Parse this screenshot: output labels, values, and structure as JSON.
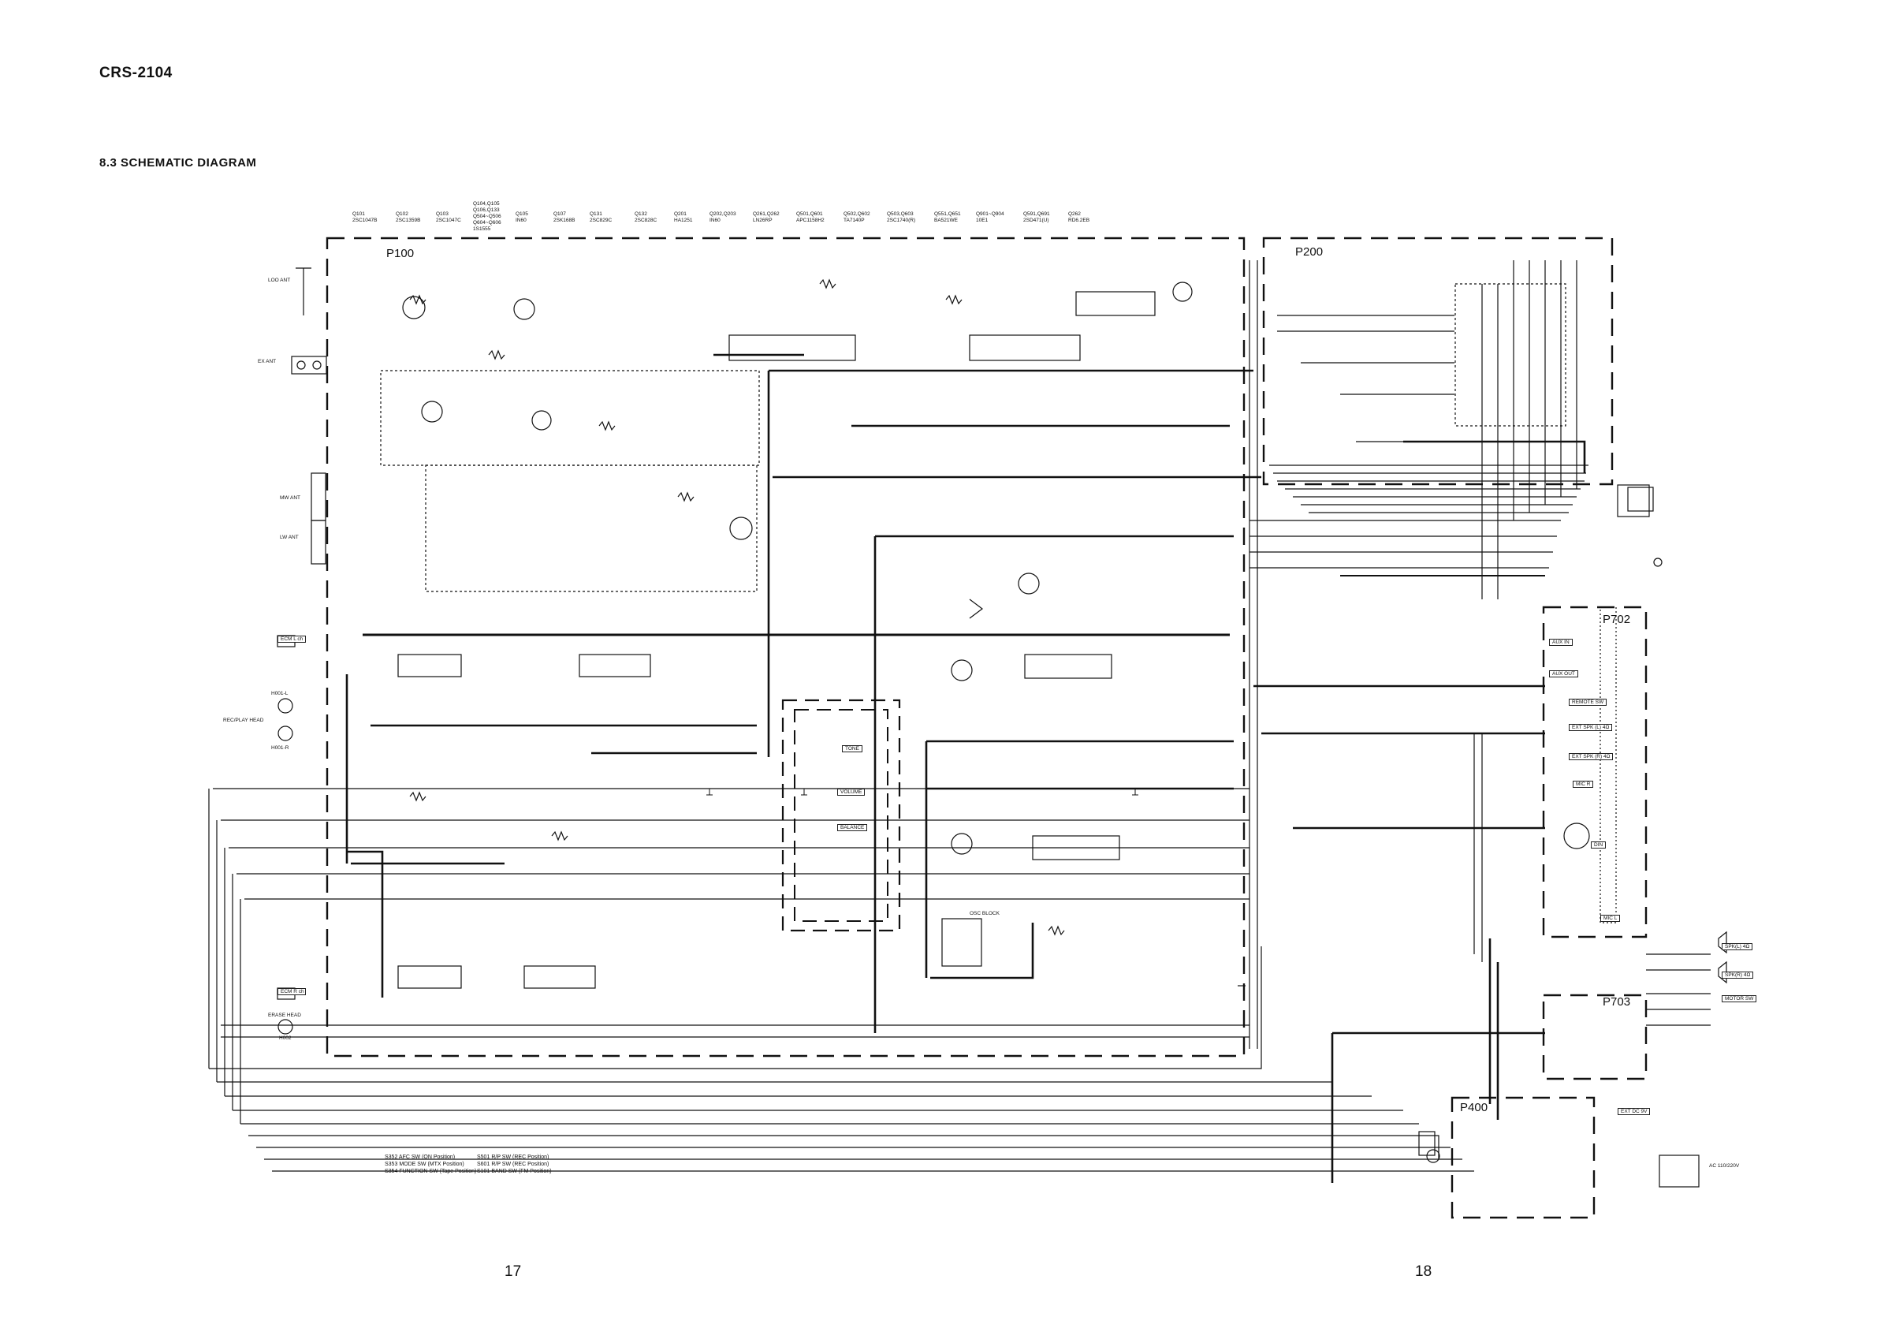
{
  "header": {
    "model": "CRS-2104",
    "section_title": "8.3 SCHEMATIC DIAGRAM"
  },
  "pages": {
    "left": "17",
    "right": "18"
  },
  "blocks": {
    "p100": "P100",
    "p200": "P200",
    "p702": "P702",
    "p703": "P703",
    "p400": "P400"
  },
  "transistors": [
    {
      "ref": "Q101",
      "type": "2SC1047B"
    },
    {
      "ref": "Q102",
      "type": "2SC1359B"
    },
    {
      "ref": "Q103",
      "type": "2SC1047C"
    },
    {
      "ref": "Q104,Q105 Q106,Q133 Q504~Q506 Q604~Q606",
      "type": "1S1555"
    },
    {
      "ref": "Q105",
      "type": "IN60"
    },
    {
      "ref": "Q107",
      "type": "2SK168B"
    },
    {
      "ref": "Q131",
      "type": "2SC829C"
    },
    {
      "ref": "Q132",
      "type": "2SC828C"
    },
    {
      "ref": "Q201",
      "type": "HA1251"
    },
    {
      "ref": "Q202,Q203",
      "type": "IN60"
    },
    {
      "ref": "Q261,Q262",
      "type": "LN26RP"
    },
    {
      "ref": "Q501,Q601",
      "type": "APC1158H2"
    },
    {
      "ref": "Q502,Q602",
      "type": "TA7140P"
    },
    {
      "ref": "Q503,Q603",
      "type": "2SC1740(R)"
    },
    {
      "ref": "Q551,Q651",
      "type": "BA521WE"
    },
    {
      "ref": "Q901~Q904",
      "type": "10E1"
    },
    {
      "ref": "Q591,Q691",
      "type": "2SD471(U)"
    },
    {
      "ref": "Q262",
      "type": "RD6.2EB"
    }
  ],
  "left_labels": {
    "loo_ant": "LOO ANT",
    "ex_ant": "EX ANT",
    "mw_ant": "MW ANT",
    "lw_ant": "LW ANT",
    "ecm_l": "ECM L ch",
    "h001_l": "H001-L",
    "rec_play": "REC/PLAY HEAD",
    "h001_r": "H001-R",
    "ecm_r": "ECM R ch",
    "erase": "ERASE HEAD",
    "h002": "H002"
  },
  "right_labels": {
    "aux_in": "AUX IN",
    "aux_out": "AUX OUT",
    "remote": "REMOTE SW",
    "ext_spk": "EXT SPK (L) 4Ω",
    "ext_spk_r": "EXT SPK (R) 4Ω",
    "mic_r": "MIC R",
    "din": "DIN",
    "mic_l": "MIC L",
    "spk_l": "SPK(L) 4Ω",
    "spk_r": "SPK(R) 4Ω",
    "motor": "MOTOR SW",
    "ext_dc": "EXT DC 9V",
    "ac": "AC 110/220V"
  },
  "centre_labels": {
    "volume": "VOLUME",
    "tone": "TONE",
    "balance": "BALANCE",
    "osc_block": "OSC BLOCK"
  },
  "switch_notes": [
    {
      "key": "S352",
      "value": "AFC SW (ON Position)"
    },
    {
      "key": "S353",
      "value": "MODE SW (MTX Position)"
    },
    {
      "key": "S354",
      "value": "FUNCTION SW (Tape Position)"
    },
    {
      "key": "S501",
      "value": "R/P SW (REC Position)"
    },
    {
      "key": "S601",
      "value": "R/P SW (REC Position)"
    },
    {
      "key": "S101",
      "value": "BAND SW (FM Position)"
    }
  ]
}
